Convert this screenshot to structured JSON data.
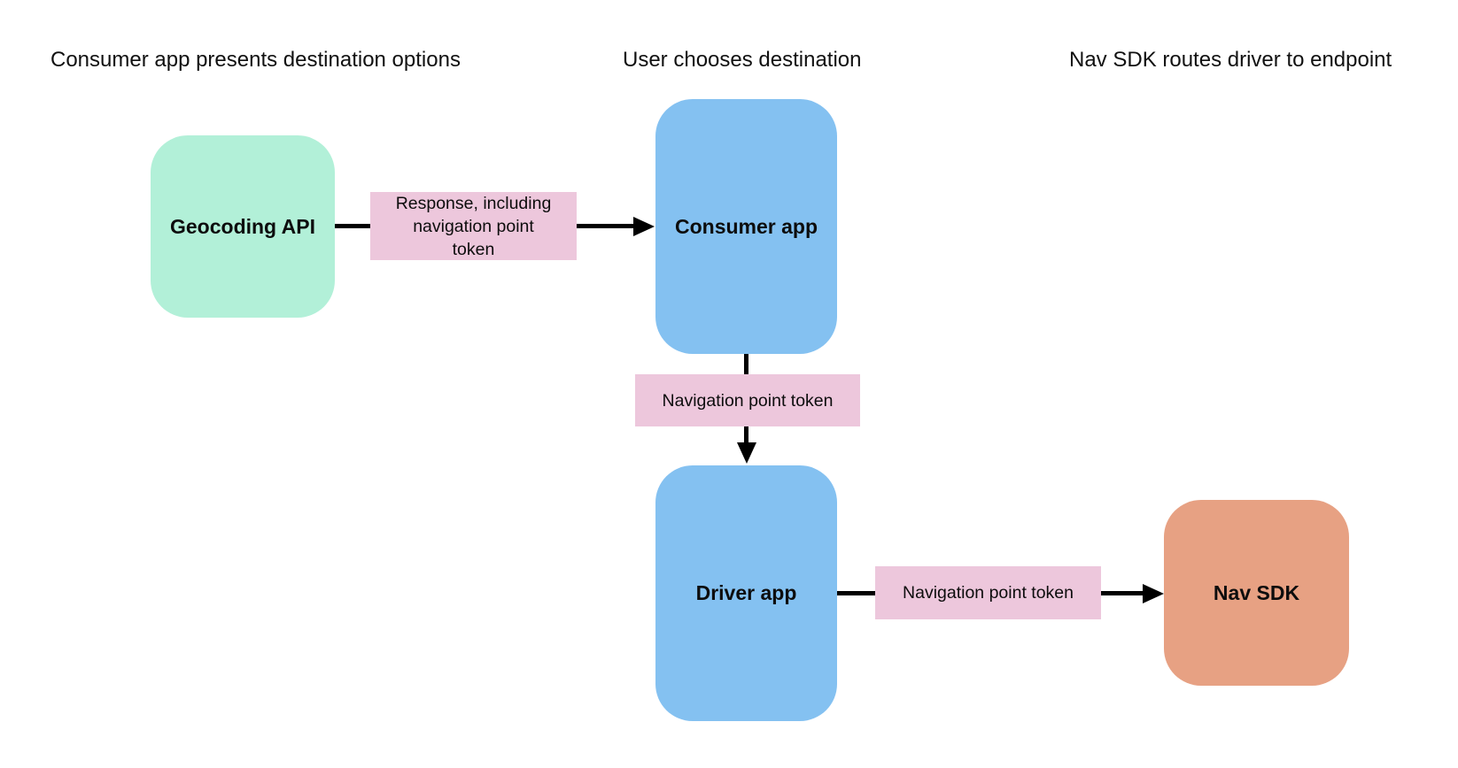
{
  "canvas": {
    "background": "#ffffff"
  },
  "colors": {
    "node_green": "#b2f0d8",
    "node_blue": "#84c1f1",
    "node_orange": "#e7a183",
    "edge_label_pink": "#edc7dc",
    "arrow_black": "#000000"
  },
  "headers": [
    {
      "label": "Consumer app presents destination options"
    },
    {
      "label": "User chooses destination"
    },
    {
      "label": "Nav SDK routes driver to endpoint"
    }
  ],
  "nodes": [
    {
      "id": "geocoding-api",
      "label": "Geocoding API"
    },
    {
      "id": "consumer-app",
      "label": "Consumer app"
    },
    {
      "id": "driver-app",
      "label": "Driver app"
    },
    {
      "id": "nav-sdk",
      "label": "Nav SDK"
    }
  ],
  "edge_labels": [
    {
      "id": "response-including-navigation-point-token",
      "lines": [
        "Response, including",
        "navigation point",
        "token"
      ]
    },
    {
      "id": "navigation-point-token-consumer-to-driver",
      "label": "Navigation point token"
    },
    {
      "id": "navigation-point-token-driver-to-navsdk",
      "label": "Navigation point token"
    }
  ]
}
